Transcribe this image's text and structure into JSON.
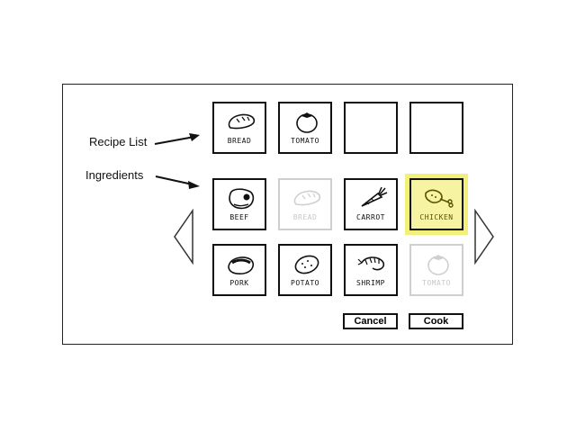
{
  "annotations": {
    "recipe_list": "Recipe List",
    "ingredients": "Ingredients"
  },
  "recipe_list": [
    {
      "label": "BREAD",
      "icon": "bread-icon",
      "state": "filled"
    },
    {
      "label": "TOMATO",
      "icon": "tomato-icon",
      "state": "filled"
    },
    {
      "label": "",
      "icon": "",
      "state": "empty"
    },
    {
      "label": "",
      "icon": "",
      "state": "empty"
    }
  ],
  "ingredients": [
    {
      "label": "BEEF",
      "icon": "steak-icon",
      "state": "available"
    },
    {
      "label": "BREAD",
      "icon": "bread-icon",
      "state": "disabled"
    },
    {
      "label": "CARROT",
      "icon": "carrot-icon",
      "state": "available"
    },
    {
      "label": "CHICKEN",
      "icon": "drumstick-icon",
      "state": "selected"
    },
    {
      "label": "PORK",
      "icon": "pork-icon",
      "state": "available"
    },
    {
      "label": "POTATO",
      "icon": "potato-icon",
      "state": "available"
    },
    {
      "label": "SHRIMP",
      "icon": "shrimp-icon",
      "state": "available"
    },
    {
      "label": "TOMATO",
      "icon": "tomato-icon",
      "state": "disabled"
    }
  ],
  "buttons": {
    "cancel": "Cancel",
    "cook": "Cook"
  },
  "colors": {
    "highlight": "#f3f07a",
    "disabled": "#c8c8c8",
    "ink": "#111111"
  }
}
